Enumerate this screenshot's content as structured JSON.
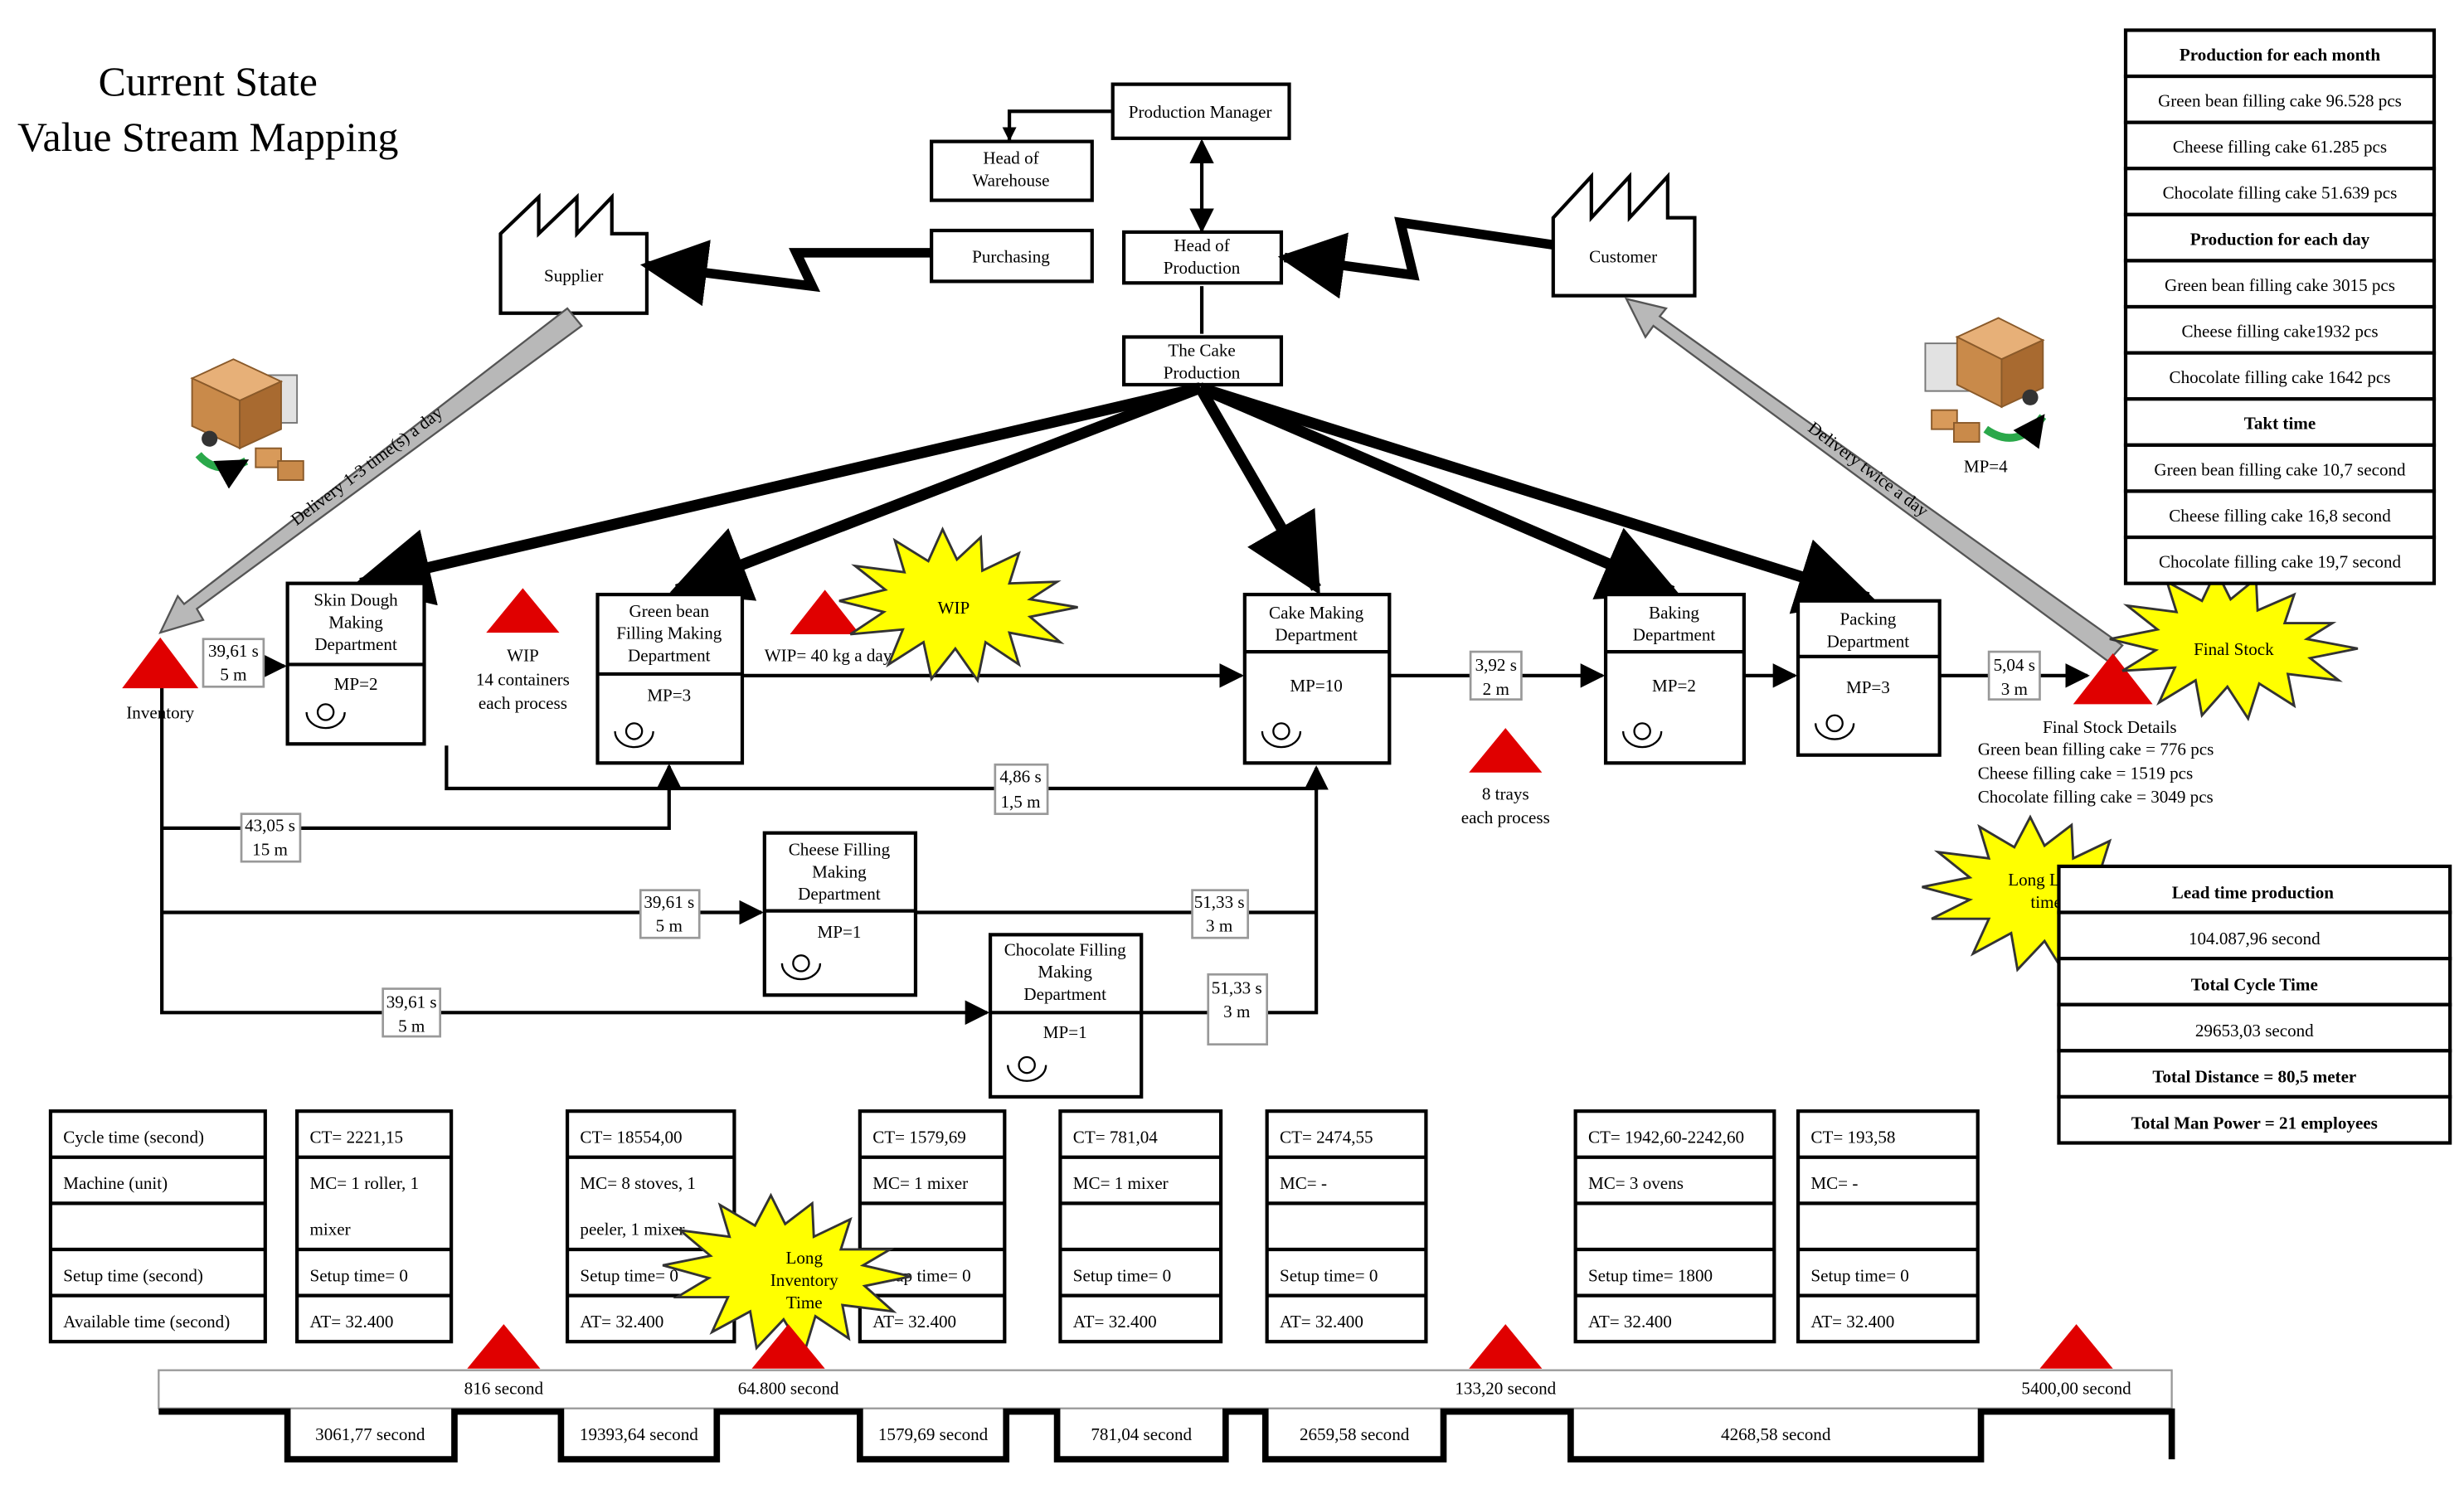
{
  "title": {
    "line1": "Current State",
    "line2": "Value Stream Mapping"
  },
  "org": {
    "production_manager": "Production Manager",
    "head_warehouse": [
      "Head of",
      "Warehouse"
    ],
    "purchasing": "Purchasing",
    "head_production": [
      "Head of",
      "Production"
    ],
    "cake_production": [
      "The Cake",
      "Production"
    ],
    "supplier": "Supplier",
    "customer": "Customer"
  },
  "delivery": {
    "supplier_label": "Delivery 1-3 time(s) a day",
    "customer_label": "Delivery twice a day",
    "customer_mp": "MP=4"
  },
  "processes": {
    "skin_dough": {
      "name": [
        "Skin Dough",
        "Making",
        "Department"
      ],
      "mp": "MP=2"
    },
    "green_bean": {
      "name": [
        "Green bean",
        "Filling Making",
        "Department"
      ],
      "mp": "MP=3"
    },
    "cake_making": {
      "name": [
        "Cake Making",
        "Department"
      ],
      "mp": "MP=10"
    },
    "baking": {
      "name": [
        "Baking",
        "Department"
      ],
      "mp": "MP=2"
    },
    "packing": {
      "name": [
        "Packing",
        "Department"
      ],
      "mp": "MP=3"
    },
    "cheese": {
      "name": [
        "Cheese Filling",
        "Making",
        "Department"
      ],
      "mp": "MP=1"
    },
    "chocolate": {
      "name": [
        "Chocolate Filling",
        "Making",
        "Department"
      ],
      "mp": "MP=1"
    }
  },
  "inventory_labels": {
    "inventory": "Inventory",
    "wip": [
      "WIP",
      "14 containers",
      "each process"
    ],
    "wip_rate": "WIP= 40 kg a day",
    "trays": [
      "8 trays",
      "each process"
    ],
    "final_stock_title": "Final Stock Details",
    "final_stock": [
      "Green bean filling cake = 776 pcs",
      "Cheese filling cake  = 1519 pcs",
      "Chocolate filling cake = 3049 pcs"
    ]
  },
  "bursts": {
    "wip": "WIP",
    "final_stock": "Final Stock",
    "long_lead": [
      "Long Lead",
      "time"
    ],
    "long_inventory": [
      "Long",
      "Inventory",
      "Time"
    ]
  },
  "flow_labels": {
    "inv_skin": [
      "39,61 s",
      "5 m"
    ],
    "cake_baking": [
      "3,92 s",
      "2 m"
    ],
    "packing_final": [
      "5,04 s",
      "3 m"
    ],
    "skin_cake": [
      "4,86 s",
      "1,5 m"
    ],
    "inv_green": [
      "43,05 s",
      "15 m"
    ],
    "inv_cheese": [
      "39,61 s",
      "5 m"
    ],
    "cheese_cake": [
      "51,33 s",
      "3 m"
    ],
    "inv_choc": [
      "39,61 s",
      "5 m"
    ],
    "choc_cake": [
      "51,33 s",
      "3 m"
    ]
  },
  "production_table": {
    "rows": [
      {
        "text": "Production for each month",
        "bold": true
      },
      {
        "text": "Green bean filling cake 96.528 pcs",
        "bold": false
      },
      {
        "text": "Cheese filling cake 61.285 pcs",
        "bold": false
      },
      {
        "text": "Chocolate filling cake 51.639 pcs",
        "bold": false
      },
      {
        "text": "Production for each day",
        "bold": true
      },
      {
        "text": "Green bean filling cake 3015 pcs",
        "bold": false
      },
      {
        "text": "Cheese filling cake1932 pcs",
        "bold": false
      },
      {
        "text": "Chocolate filling cake  1642 pcs",
        "bold": false
      },
      {
        "text": "Takt time",
        "bold": true
      },
      {
        "text": "Green bean filling cake 10,7 second",
        "bold": false
      },
      {
        "text": "Cheese filling cake 16,8 second",
        "bold": false
      },
      {
        "text": "Chocolate filling cake 19,7 second",
        "bold": false
      }
    ]
  },
  "lead_table": {
    "rows": [
      {
        "text": "Lead time production",
        "bold": true
      },
      {
        "text": "104.087,96 second",
        "bold": false
      },
      {
        "text": "Total Cycle Time",
        "bold": true
      },
      {
        "text": "29653,03 second",
        "bold": false
      },
      {
        "text": "Total Distance = 80,5 meter",
        "bold": true
      },
      {
        "text": "Total Man Power = 21 employees",
        "bold": true
      }
    ]
  },
  "data_boxes": {
    "header": [
      "Cycle time (second)",
      "Machine (unit)",
      "",
      "Setup time (second)",
      "Available time (second)"
    ],
    "boxes": [
      [
        "CT= 2221,15",
        "MC= 1 roller, 1",
        "mixer",
        "Setup time= 0",
        "AT= 32.400"
      ],
      [
        "CT= 18554,00",
        "MC= 8 stoves, 1",
        "peeler, 1 mixer",
        "Setup time= 0",
        "AT= 32.400"
      ],
      [
        "CT= 1579,69",
        "MC= 1 mixer",
        "",
        "Setup time= 0",
        "AT= 32.400"
      ],
      [
        "CT= 781,04",
        "MC= 1 mixer",
        "",
        "Setup time= 0",
        "AT= 32.400"
      ],
      [
        "CT= 2474,55",
        "MC= -",
        "",
        "Setup time= 0",
        "AT= 32.400"
      ],
      [
        "CT= 1942,60-2242,60",
        "MC= 3 ovens",
        "",
        "Setup time= 1800",
        "AT= 32.400"
      ],
      [
        "CT= 193,58",
        "MC= -",
        "",
        "Setup time= 0",
        "AT= 32.400"
      ]
    ]
  },
  "timeline": {
    "upper": [
      "816 second",
      "64.800 second",
      "133,20 second",
      "5400,00 second"
    ],
    "lower": [
      "3061,77 second",
      "19393,64 second",
      "1579,69 second",
      "781,04 second",
      "2659,58 second",
      "4268,58 second"
    ]
  }
}
